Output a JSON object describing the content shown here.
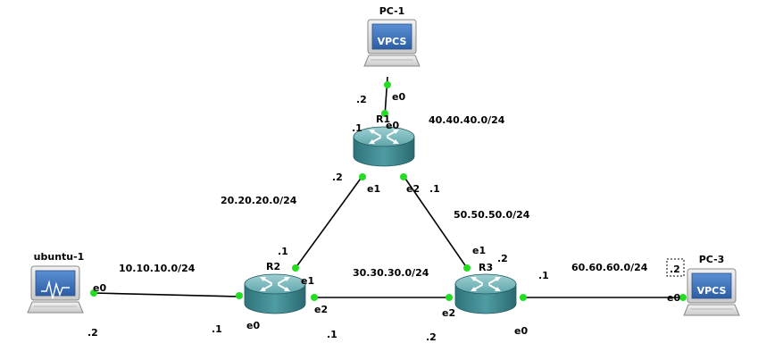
{
  "nodes": {
    "pc1": {
      "name": "PC-1",
      "screen_text": "VPCS"
    },
    "pc3": {
      "name": "PC-3",
      "screen_text": "VPCS"
    },
    "ubuntu1": {
      "name": "ubuntu-1"
    },
    "r1": {
      "name": "R1"
    },
    "r2": {
      "name": "R2"
    },
    "r3": {
      "name": "R3"
    }
  },
  "networks": {
    "n10": "10.10.10.0/24",
    "n20": "20.20.20.0/24",
    "n30": "30.30.30.0/24",
    "n40": "40.40.40.0/24",
    "n50": "50.50.50.0/24",
    "n60": "60.60.60.0/24"
  },
  "interfaces": {
    "pc1_e0": "e0",
    "r1_e0": "e0",
    "r1_e1": "e1",
    "r1_e2": "e2",
    "r2_e0": "e0",
    "r2_e1": "e1",
    "r2_e2": "e2",
    "r3_e0": "e0",
    "r3_e1": "e1",
    "r3_e2": "e2",
    "ubuntu_e0": "e0",
    "pc3_e0": "e0"
  },
  "host_octets": {
    "pc1": ".2",
    "r1_e0": ".1",
    "r1_e1": ".2",
    "r1_e2": ".1",
    "r2_e1": ".1",
    "r2_e0": ".1",
    "r2_e2": ".1",
    "ubuntu": ".2",
    "r3_e1": ".2",
    "r3_e0": ".1",
    "r3_e2": ".2",
    "pc3": ".2"
  },
  "colors": {
    "link": "#000000",
    "port_dot": "#22dd22",
    "router_body": "#3f8a92",
    "router_top": "#8cc3c7",
    "pc_screen": "#3b6fb6"
  }
}
